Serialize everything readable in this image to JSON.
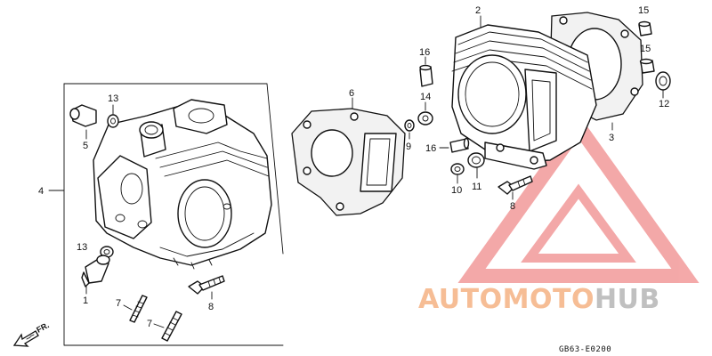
{
  "callouts": [
    "1",
    "2",
    "3",
    "4",
    "5",
    "6",
    "7",
    "7",
    "8",
    "8",
    "9",
    "10",
    "11",
    "12",
    "13",
    "13",
    "14",
    "15",
    "15",
    "16",
    "16"
  ],
  "direction_label": "FR.",
  "diagram_code": "GB63-E0200",
  "watermark": {
    "part1": "AUTOMOTO",
    "part2": "HUB",
    "color_primary": "#f4b183",
    "color_secondary": "#c8c8c8",
    "logo_color": "#f08c8c"
  }
}
